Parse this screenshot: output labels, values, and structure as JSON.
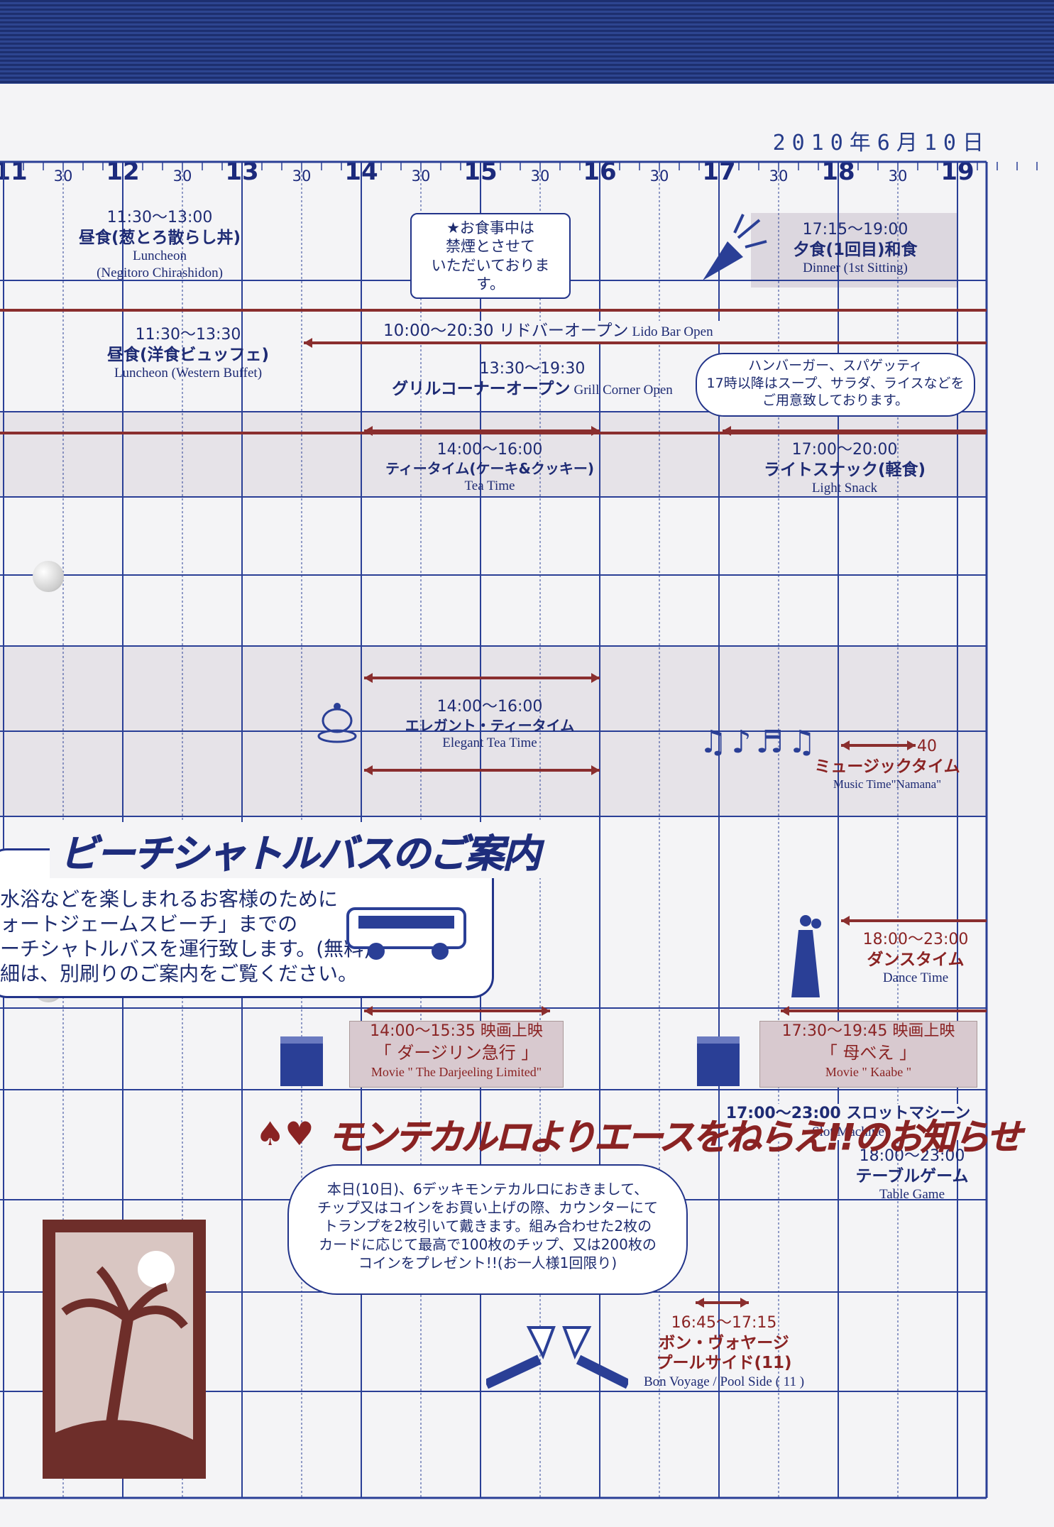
{
  "date": "2010年6月10日",
  "hours": [
    "11",
    "12",
    "13",
    "14",
    "15",
    "16",
    "17",
    "18",
    "19"
  ],
  "half_label": "30",
  "events": {
    "lunch_negitoro": {
      "time": "11:30〜13:00",
      "ja": "昼食(葱とろ散らし丼)",
      "en1": "Luncheon",
      "en2": "(Negitoro Chirashidon)"
    },
    "no_smoking": {
      "line1": "★お食事中は",
      "line2": "禁煙とさせて",
      "line3": "いただいております。"
    },
    "dinner": {
      "time": "17:15〜19:00",
      "ja": "夕食(1回目)和食",
      "en": "Dinner (1st Sitting)"
    },
    "lunch_buffet": {
      "time": "11:30〜13:30",
      "ja": "昼食(洋食ビュッフェ)",
      "en": "Luncheon (Western Buffet)"
    },
    "lido_bar": {
      "text": "10:00〜20:30 リドバーオープン",
      "en": "Lido Bar Open"
    },
    "grill": {
      "time": "13:30〜19:30",
      "ja": "グリルコーナーオープン",
      "en": "Grill Corner Open"
    },
    "grill_note": {
      "line1": "ハンバーガー、スパゲッティ",
      "line2": "17時以降はスープ、サラダ、ライスなどを",
      "line3": "ご用意致しております。"
    },
    "tea_time": {
      "time": "14:00〜16:00",
      "ja": "ティータイム(ケーキ&クッキー)",
      "en": "Tea Time"
    },
    "light_snack": {
      "time": "17:00〜20:00",
      "ja": "ライトスナック(軽食)",
      "en": "Light Snack"
    },
    "elegant_tea": {
      "time": "14:00〜16:00",
      "ja": "エレガント・ティータイム",
      "en": "Elegant Tea Time"
    },
    "music": {
      "time": "40",
      "ja": "ミュージックタイム",
      "en": "Music Time\"Namana\""
    },
    "dance": {
      "time": "18:00〜23:00",
      "ja": "ダンスタイム",
      "en": "Dance Time"
    },
    "movie1": {
      "time": "14:00〜15:35 映画上映",
      "title": "「 ダージリン急行 」",
      "en": "Movie \" The Darjeeling Limited\""
    },
    "movie2": {
      "time": "17:30〜19:45 映画上映",
      "title": "「 母べえ 」",
      "en": "Movie \" Kaabe \""
    },
    "slot": {
      "ja": "17:00〜23:00 スロットマシーン",
      "en": "Slot Machine"
    },
    "table_game": {
      "time": "18:00〜23:00",
      "ja": "テーブルゲーム",
      "en": "Table Game"
    },
    "bon_voyage": {
      "time": "16:45〜17:15",
      "ja1": "ボン・ヴォヤージ",
      "ja2": "プールサイド(11)",
      "en": "Bon Voyage / Pool Side ( 11 )"
    }
  },
  "shuttle": {
    "title": "ビーチシャトルバスのご案内",
    "line1": "水浴などを楽しまれるお客様のために",
    "line2": "ォートジェームスビーチ」までの",
    "line3": "ーチシャトルバスを運行致します。(無料)",
    "line4": "細は、別刷りのご案内をご覧ください。"
  },
  "monte_carlo": {
    "title": "モンテカルロよりエースをねらえ!!のお知らせ",
    "line1": "本日(10日)、6デッキモンテカルロにおきまして、",
    "line2": "チップ又はコインをお買い上げの際、カウンターにて",
    "line3": "トランプを2枚引いて戴きます。組み合わせた2枚の",
    "line4": "カードに応じて最高で100枚のチップ、又は200枚の",
    "line5": "コインをプレゼント!!(お一人様1回限り)"
  },
  "colors": {
    "grid": "#2a3f96",
    "bar": "#8a2e2e",
    "navy": "#1d2f6f",
    "shade": "#dcd7df"
  }
}
